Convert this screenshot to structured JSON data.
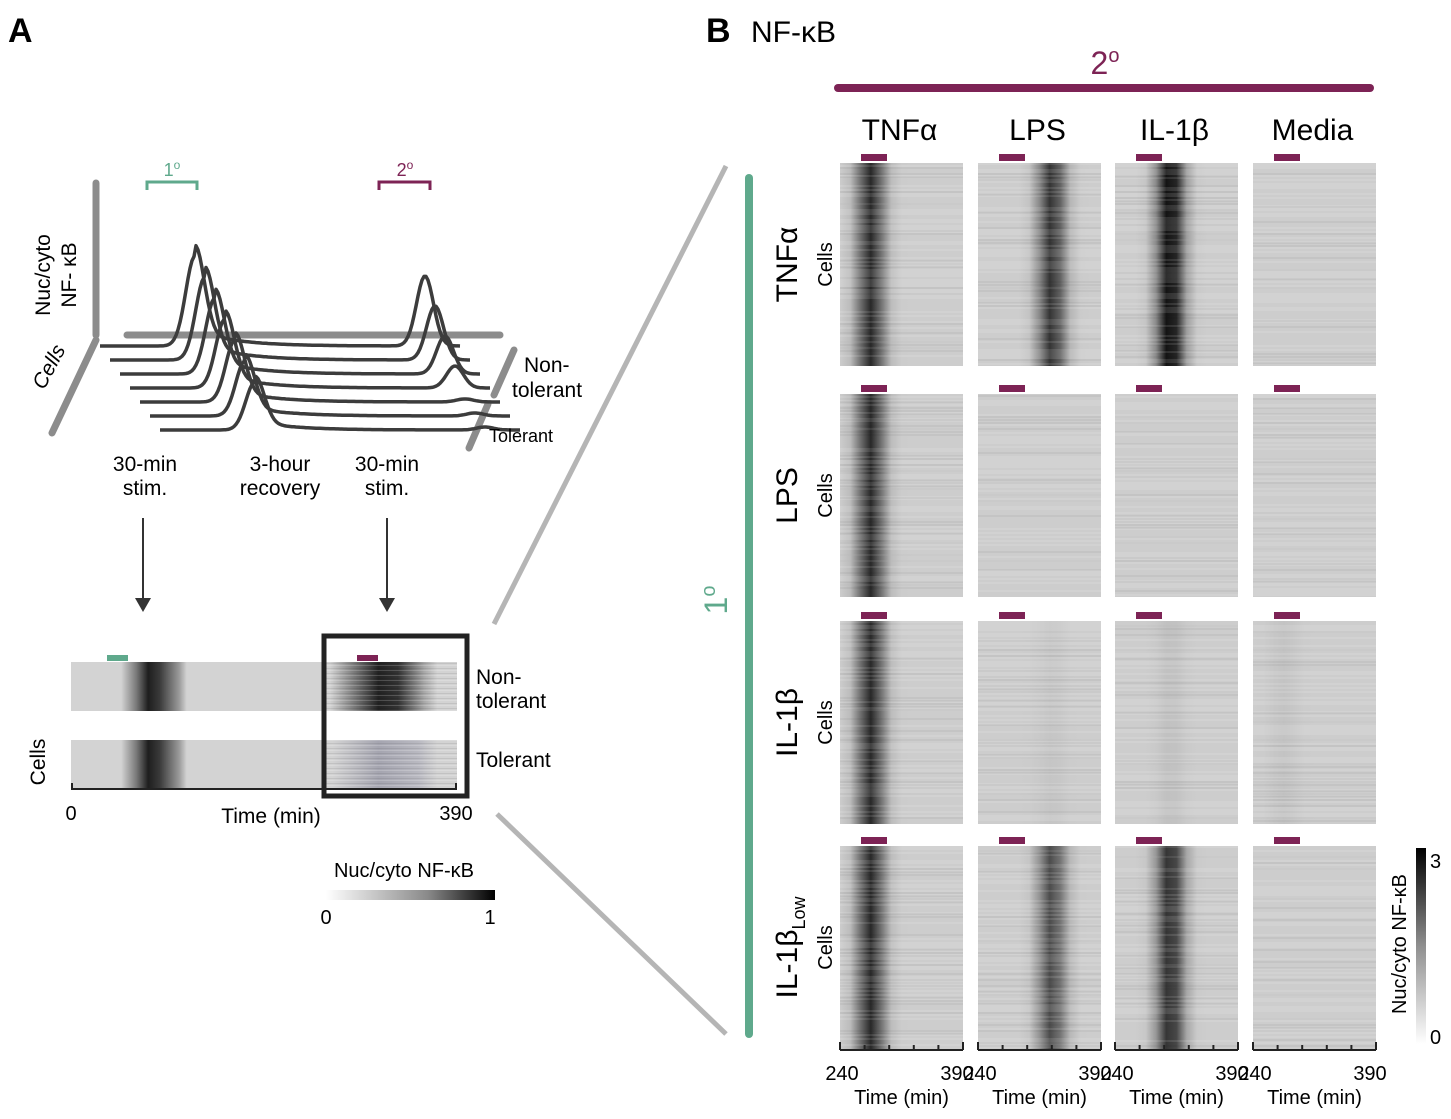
{
  "panel_a": {
    "label": "A",
    "schematic": {
      "y_axis_label_line1": "Nuc/cyto",
      "y_axis_label_line2": "NF- κB",
      "cells_label": "Cells",
      "primary_label": "1",
      "primary_sup": "o",
      "secondary_label": "2",
      "secondary_sup": "o",
      "group_nontolerant_line1": "Non-",
      "group_nontolerant_line2": "tolerant",
      "group_tolerant": "Tolerant",
      "phase1_line1": "30-min",
      "phase1_line2": "stim.",
      "phase2_line1": "3-hour",
      "phase2_line2": "recovery",
      "phase3_line1": "30-min",
      "phase3_line2": "stim."
    },
    "heatmap_schematic": {
      "cells_label": "Cells",
      "label_nontolerant_line1": "Non-",
      "label_nontolerant_line2": "tolerant",
      "label_tolerant": "Tolerant",
      "x_min": "0",
      "x_max": "390",
      "x_label": "Time (min)"
    },
    "colorbar": {
      "title": "Nuc/cyto NF-κB",
      "min": "0",
      "max": "1"
    }
  },
  "panel_b": {
    "label": "B",
    "title": "NF-κB",
    "secondary_header": "2",
    "secondary_sup": "o",
    "primary_header": "1",
    "primary_sup": "o",
    "columns": [
      "TNFα",
      "LPS",
      "IL-1β",
      "Media"
    ],
    "rows": [
      {
        "label": "TNFα",
        "sub": ""
      },
      {
        "label": "LPS",
        "sub": ""
      },
      {
        "label": "IL-1β",
        "sub": ""
      },
      {
        "label": "IL-1β",
        "sub": "Low"
      }
    ],
    "row_cells_label": "Cells",
    "x_tick_start": "240",
    "x_tick_end": "390",
    "x_label": "Time (min)",
    "colorbar": {
      "title": "Nuc/cyto NF-κB",
      "min": "0",
      "max": "3"
    },
    "intensity": [
      [
        1.0,
        0.95,
        1.25,
        0.0
      ],
      [
        1.0,
        0.0,
        0.0,
        0.0
      ],
      [
        1.0,
        0.05,
        0.08,
        0.06
      ],
      [
        1.0,
        0.8,
        1.0,
        0.0
      ]
    ],
    "peak_offset": [
      [
        0.25,
        0.6,
        0.45,
        0.25
      ],
      [
        0.25,
        0.6,
        0.45,
        0.25
      ],
      [
        0.25,
        0.6,
        0.45,
        0.25
      ],
      [
        0.25,
        0.6,
        0.45,
        0.25
      ]
    ]
  },
  "colors": {
    "primary": "#5fa98c",
    "secondary": "#7d2355",
    "axis_gray": "#8c8c8c",
    "trace": "#3c3c3c"
  }
}
